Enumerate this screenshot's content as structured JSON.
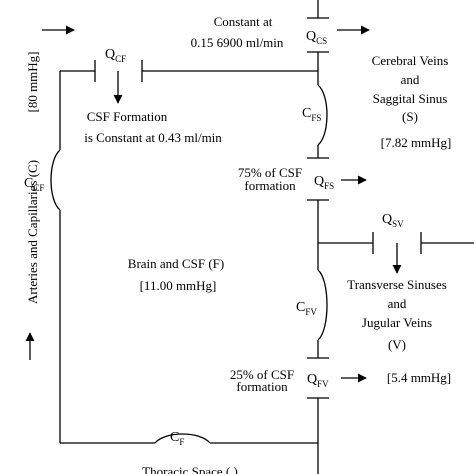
{
  "labels": {
    "constant_line1": "Constant at",
    "constant_line2": "0.15   6900 ml/min",
    "q_cs": "Q",
    "q_cs_sub": "CS",
    "q_cf": "Q",
    "q_cf_sub": "CF",
    "c_fs": "C",
    "c_fs_sub": "FS",
    "c_cf": "C",
    "c_cf_sub": "CF",
    "c_fv": "C",
    "c_fv_sub": "FV",
    "c_f": "C",
    "c_f_sub": "F",
    "q_fs": "Q",
    "q_fs_sub": "FS",
    "q_sv": "Q",
    "q_sv_sub": "SV",
    "q_fv": "Q",
    "q_fv_sub": "FV",
    "csf_formation_1": "CSF Formation",
    "csf_formation_2": "is Constant at 0.43 ml/min",
    "cerebral_1": "Cerebral Veins",
    "cerebral_2": "and",
    "cerebral_3": "Saggital Sinus",
    "cerebral_4": "(S)",
    "pressure_s": "[7.82 mmHg]",
    "pct75_1": "75% of CSF",
    "pct75_2": "formation",
    "brain_1": "Brain and CSF (F)",
    "brain_2": "[11.00 mmHg]",
    "transverse_1": "Transverse Sinuses",
    "transverse_2": "and",
    "transverse_3": "Jugular Veins",
    "transverse_4": "(V)",
    "pct25_1": "25% of CSF",
    "pct25_2": "formation",
    "pressure_v": "[5.4 mmHg]",
    "arteries": "Arteries and Capillaries (C)",
    "pressure_c": "[80 mmHg]",
    "thoracic": "Thoracic Space ( )"
  }
}
